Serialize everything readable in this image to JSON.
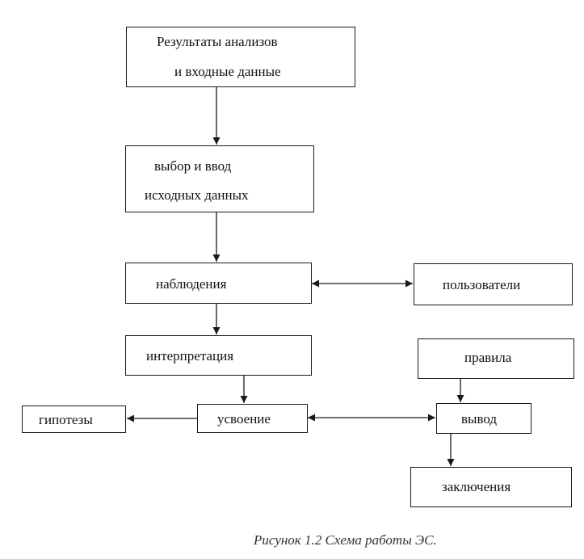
{
  "diagram": {
    "nodes": {
      "results": {
        "line1": "Результаты анализов",
        "line2": "и  входные данные"
      },
      "select_input": {
        "line1": "выбор и ввод",
        "line2": "исходных данных"
      },
      "observations": {
        "label": "наблюдения"
      },
      "users": {
        "label": "пользователи"
      },
      "interpretation": {
        "label": "интерпретация"
      },
      "hypotheses": {
        "label": "гипотезы"
      },
      "assimilation": {
        "label": "усвоение"
      },
      "rules": {
        "label": "правила"
      },
      "inference": {
        "label": "вывод"
      },
      "conclusions": {
        "label": "заключения"
      }
    },
    "edges": [
      {
        "from": "results",
        "to": "select_input",
        "direction": "forward"
      },
      {
        "from": "select_input",
        "to": "observations",
        "direction": "forward"
      },
      {
        "from": "observations",
        "to": "users",
        "direction": "both"
      },
      {
        "from": "observations",
        "to": "interpretation",
        "direction": "forward"
      },
      {
        "from": "interpretation",
        "to": "assimilation",
        "direction": "forward"
      },
      {
        "from": "assimilation",
        "to": "hypotheses",
        "direction": "forward"
      },
      {
        "from": "assimilation",
        "to": "inference",
        "direction": "both"
      },
      {
        "from": "rules",
        "to": "inference",
        "direction": "forward"
      },
      {
        "from": "inference",
        "to": "conclusions",
        "direction": "forward"
      }
    ],
    "caption": "Рисунок 1.2 Схема работы ЭС."
  }
}
